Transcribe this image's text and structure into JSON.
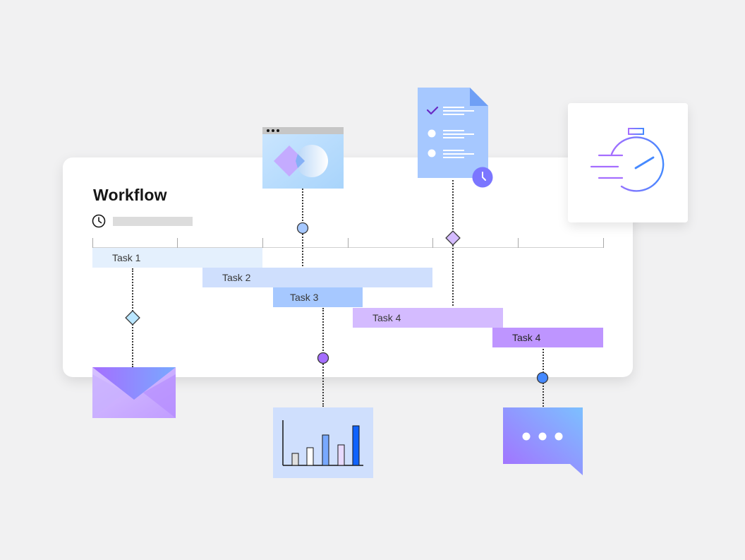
{
  "workflow": {
    "title": "Workflow"
  },
  "tasks": [
    {
      "label": "Task 1",
      "color": "#e4f0fd"
    },
    {
      "label": "Task 2",
      "color": "#cfdffd"
    },
    {
      "label": "Task 3",
      "color": "#a6c8ff"
    },
    {
      "label": "Task 4",
      "color": "#d4bbff"
    },
    {
      "label": "Task 4",
      "color": "#be95ff"
    }
  ],
  "icons": {
    "clock": "clock-icon",
    "browser": "browser-window-icon",
    "document": "checklist-document-icon",
    "stopwatch": "stopwatch-icon",
    "envelope": "envelope-icon",
    "chart": "bar-chart-icon",
    "chat": "chat-bubble-icon"
  },
  "colors": {
    "background": "#f1f1f2",
    "card": "#ffffff",
    "accent_blue": "#4589ff",
    "accent_purple": "#a56eff"
  }
}
